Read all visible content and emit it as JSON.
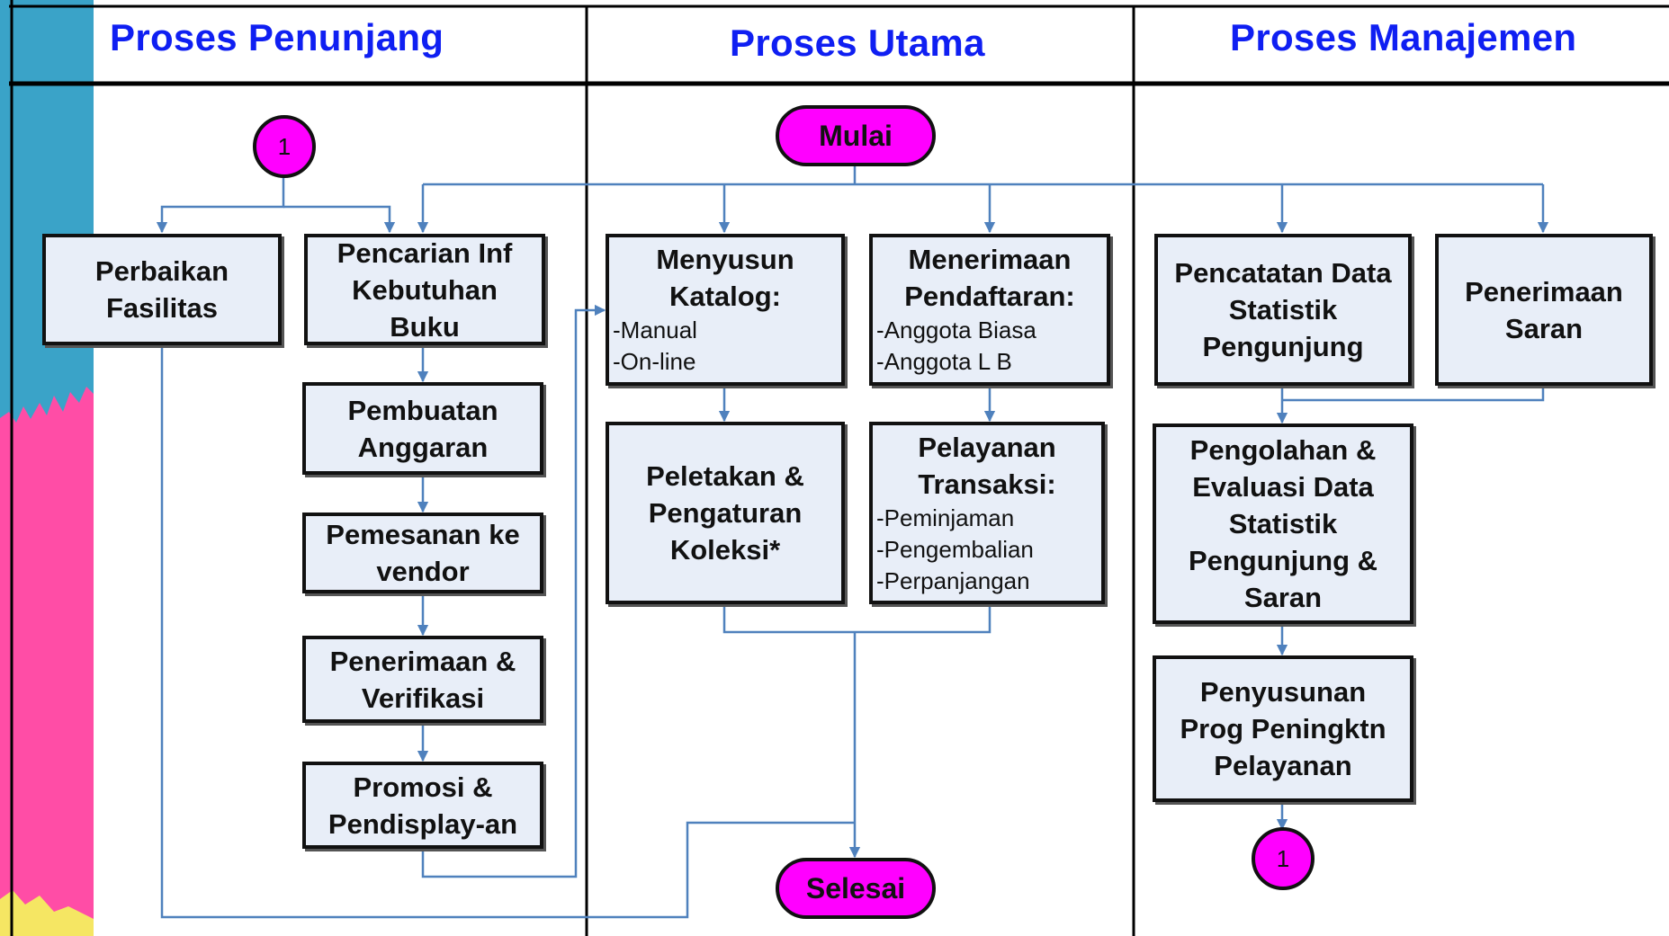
{
  "lanes": {
    "penunjang": "Proses Penunjang",
    "utama": "Proses Utama",
    "manajemen": "Proses Manajemen"
  },
  "terminals": {
    "start": "Mulai",
    "end": "Selesai"
  },
  "connectors": {
    "top": "1",
    "bottom": "1"
  },
  "boxes": {
    "perbaikan": "Perbaikan\nFasilitas",
    "pencarian": "Pencarian Inf\nKebutuhan\nBuku",
    "pembuatan": "Pembuatan\nAnggaran",
    "pemesanan": "Pemesanan ke\nvendor",
    "penerimaan_verif": "Penerimaan &\nVerifikasi",
    "promosi": "Promosi &\nPendisplay-an",
    "menyusun": {
      "title": "Menyusun\nKatalog:",
      "items": [
        "-Manual",
        "-On-line"
      ]
    },
    "pendaftaran": {
      "title": "Menerimaan\nPendaftaran:",
      "items": [
        "-Anggota Biasa",
        "-Anggota L B"
      ]
    },
    "peletakan": "Peletakan &\nPengaturan\nKoleksi*",
    "pelayanan": {
      "title": "Pelayanan\nTransaksi:",
      "items": [
        "-Peminjaman",
        "-Pengembalian",
        "-Perpanjangan"
      ]
    },
    "pencatatan": "Pencatatan Data\nStatistik\nPengunjung",
    "saran": "Penerimaan\nSaran",
    "pengolahan": "Pengolahan &\nEvaluasi Data\nStatistik\nPengunjung &\nSaran",
    "penyusunan": "Penyusunan\nProg Peningktn\nPelayanan"
  },
  "colors": {
    "lane_title": "#0f1ff2",
    "terminal_fill": "#ff00ff",
    "box_fill": "#e8eef8",
    "edge": "#4f81bd",
    "decor_teal": "#3aa3c8",
    "decor_pink": "#ff4da6",
    "decor_yellow": "#f5e663"
  }
}
